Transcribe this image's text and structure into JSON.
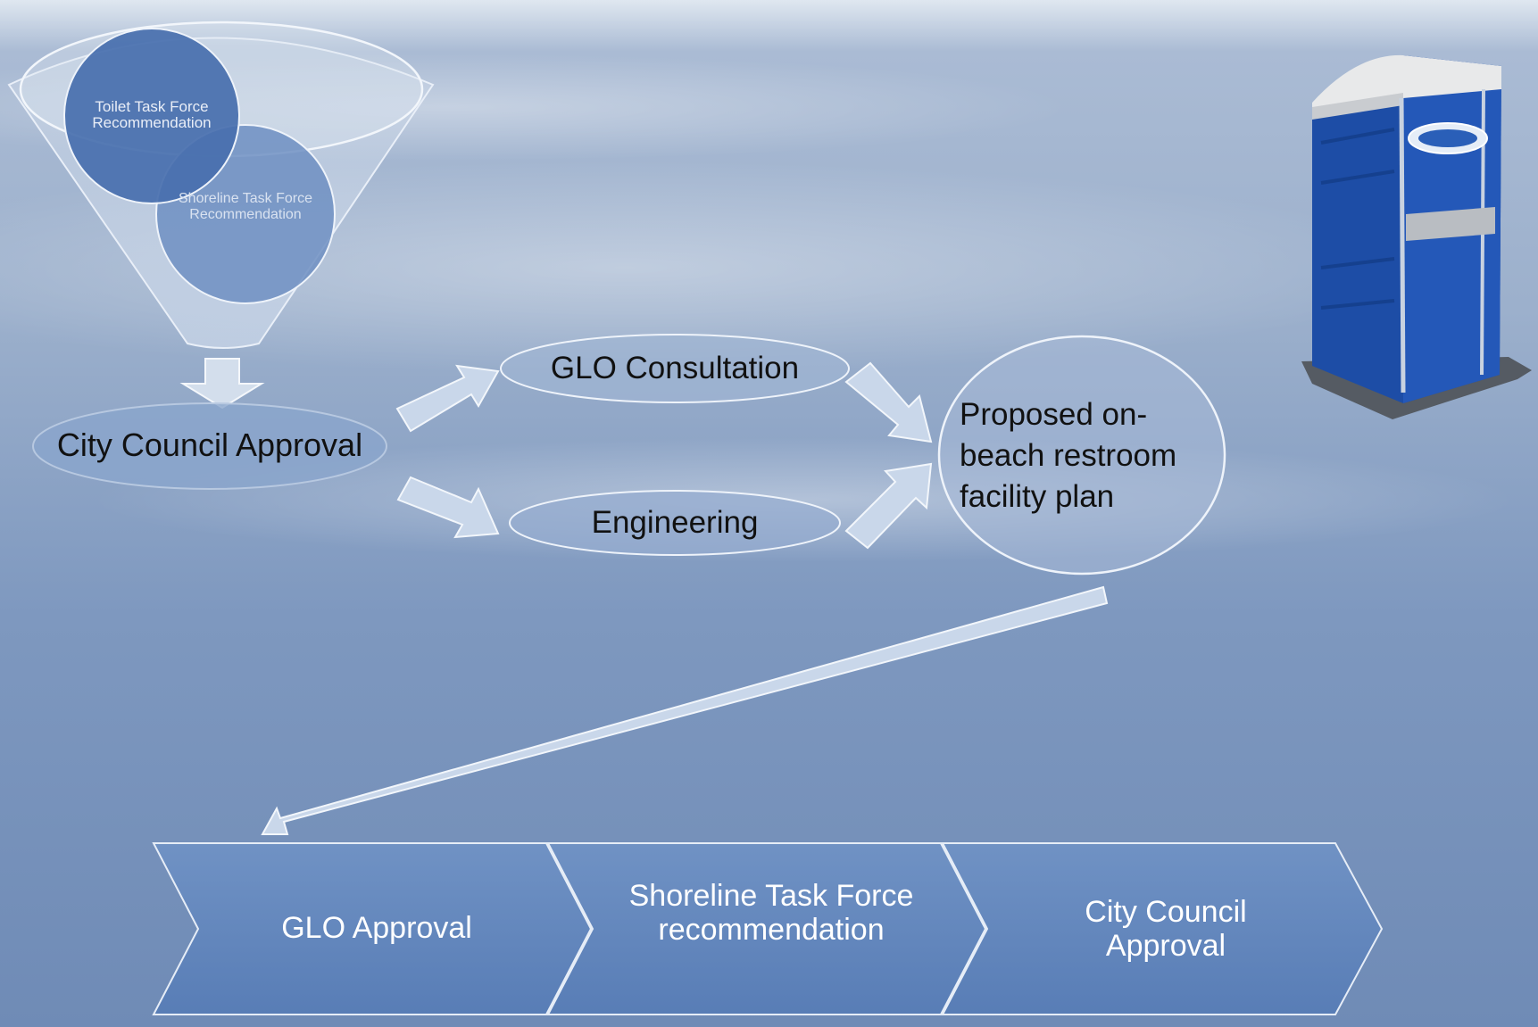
{
  "funnel": {
    "top_label": "Toilet Task Force Recommendation",
    "bottom_label": "Shoreline Task Force Recommendation"
  },
  "city_council_approval": "City Council Approval",
  "glo_consultation": "GLO Consultation",
  "engineering": "Engineering",
  "proposed_plan": [
    "Proposed on-",
    "beach restroom",
    "facility plan"
  ],
  "process": [
    {
      "label": "GLO Approval"
    },
    {
      "label": "Shoreline Task Force recommendation"
    },
    {
      "label": "City Council Approval"
    }
  ],
  "colors": {
    "background_top": "#d6e0ec",
    "background_mid": "#7f99bf",
    "background_bottom": "#6f8bb5",
    "shape_fill": "#5a7fb5",
    "outline": "#e6edf7",
    "toilet_blue": "#1f4fa8"
  },
  "icons": [
    "portable-toilet-icon",
    "arrow-down-icon",
    "arrow-right-icon"
  ]
}
